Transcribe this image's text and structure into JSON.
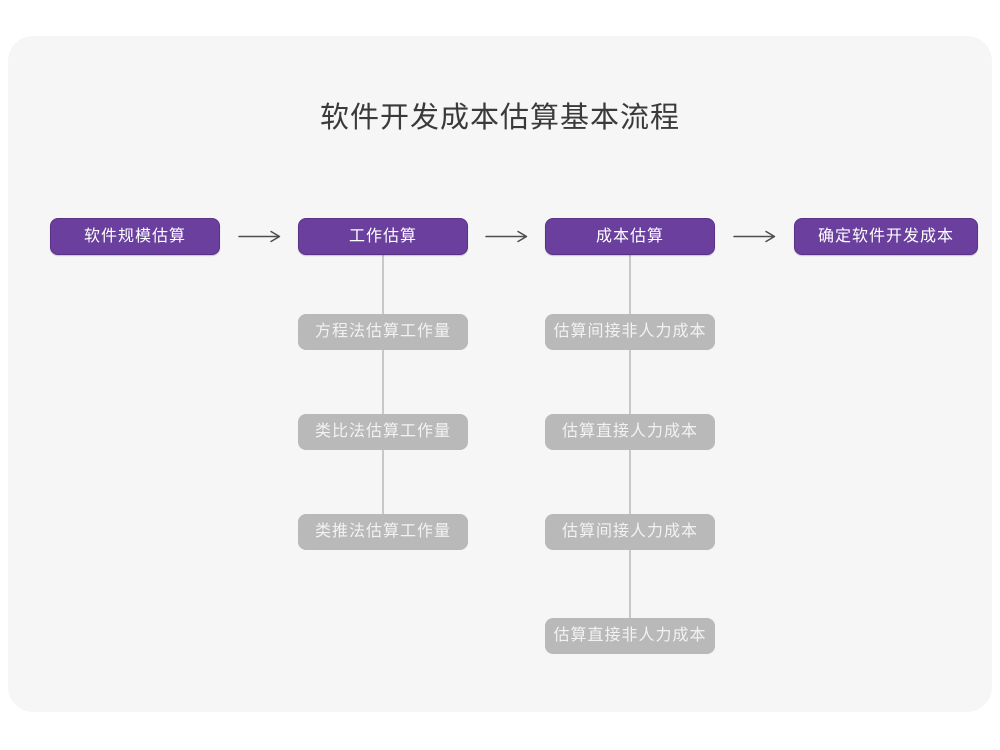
{
  "flow": {
    "title": "软件开发成本估算基本流程",
    "main_steps": [
      {
        "label": "软件规模估算",
        "substeps": []
      },
      {
        "label": "工作估算",
        "substeps": [
          "方程法估算工作量",
          "类比法估算工作量",
          "类推法估算工作量"
        ]
      },
      {
        "label": "成本估算",
        "substeps": [
          "估算间接非人力成本",
          "估算直接人力成本",
          "估算间接人力成本",
          "估算直接非人力成本"
        ]
      },
      {
        "label": "确定软件开发成本",
        "substeps": []
      }
    ]
  },
  "icons": {
    "arrow_right": "⟶"
  },
  "colors": {
    "card_background": "#f6f6f7",
    "main_node_fill": "#6a3f9d",
    "main_node_border": "#5a3387",
    "main_node_text": "#ffffff",
    "sub_node_fill": "#b9b9b9",
    "sub_node_text": "#f2f2f2",
    "connector_line": "#c8c8c8",
    "arrow_stroke": "#4d4d4d",
    "title_text": "#3a3a3a"
  }
}
